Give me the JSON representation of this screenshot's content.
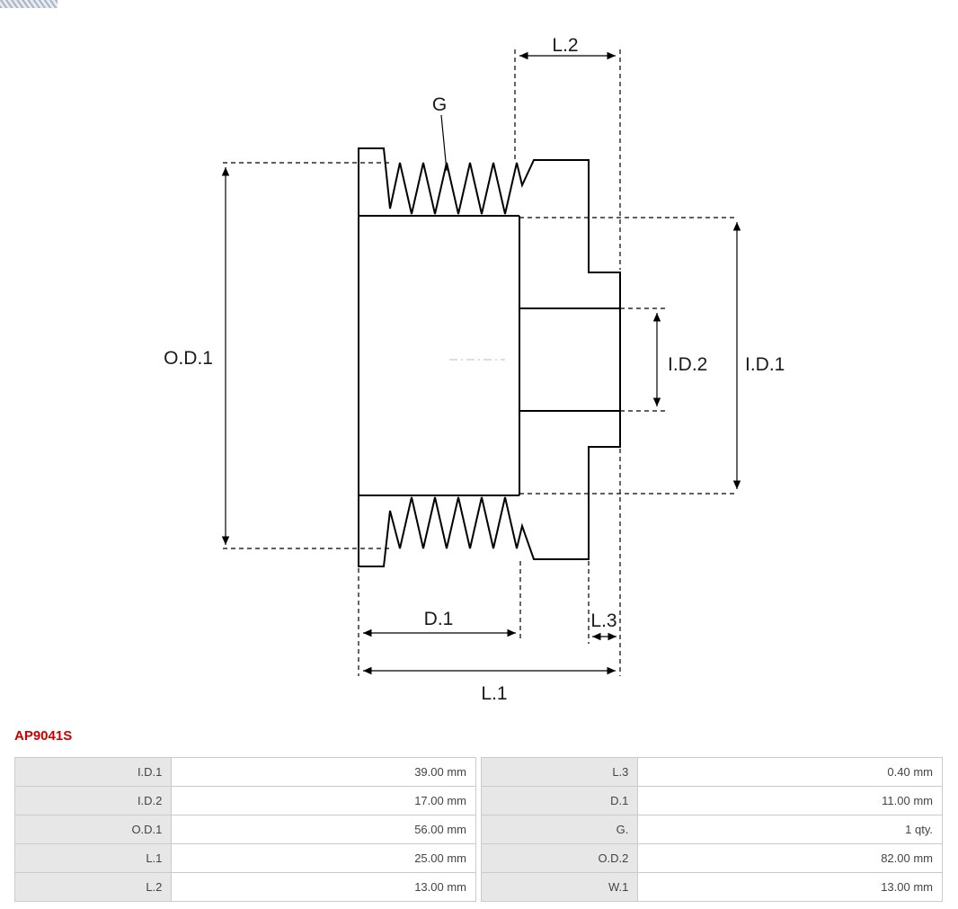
{
  "part_number": "AP9041S",
  "accent_color": "#cc0000",
  "diagram": {
    "labels": {
      "g": "G",
      "od1": "O.D.1",
      "id1": "I.D.1",
      "id2": "I.D.2",
      "d1": "D.1",
      "l1": "L.1",
      "l2": "L.2",
      "l3": "L.3"
    }
  },
  "table": {
    "left": [
      {
        "label": "I.D.1",
        "value": "39.00 mm"
      },
      {
        "label": "I.D.2",
        "value": "17.00 mm"
      },
      {
        "label": "O.D.1",
        "value": "56.00 mm"
      },
      {
        "label": "L.1",
        "value": "25.00 mm"
      },
      {
        "label": "L.2",
        "value": "13.00 mm"
      }
    ],
    "right": [
      {
        "label": "L.3",
        "value": "0.40 mm"
      },
      {
        "label": "D.1",
        "value": "11.00 mm"
      },
      {
        "label": "G.",
        "value": "1 qty."
      },
      {
        "label": "O.D.2",
        "value": "82.00 mm"
      },
      {
        "label": "W.1",
        "value": "13.00 mm"
      }
    ]
  }
}
